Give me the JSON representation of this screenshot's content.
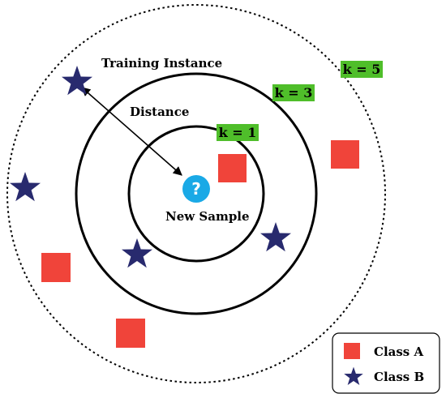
{
  "labels": {
    "training_instance": "Training Instance",
    "distance": "Distance",
    "new_sample": "New Sample",
    "question_mark": "?"
  },
  "k_labels": {
    "k1": "k = 1",
    "k3": "k = 3",
    "k5": "k = 5"
  },
  "legend": {
    "class_a": "Class A",
    "class_b": "Class B"
  },
  "colors": {
    "class_a": "#f0443a",
    "class_b": "#282a6e",
    "k_badge": "#4fbe2a",
    "new_sample": "#1aa9e6"
  },
  "icons": {
    "class_a": "square",
    "class_b": "star",
    "new_sample": "question-circle"
  }
}
